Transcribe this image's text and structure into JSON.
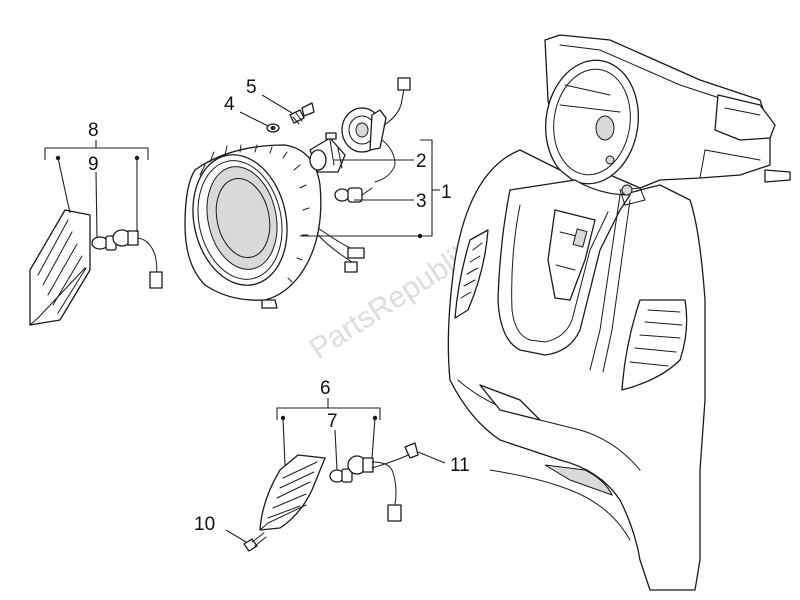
{
  "watermark": "PartsRepublik",
  "callouts": {
    "c1": "1",
    "c2": "2",
    "c3": "3",
    "c4": "4",
    "c5": "5",
    "c6": "6",
    "c7": "7",
    "c8": "8",
    "c9": "9",
    "c10": "10",
    "c11": "11"
  }
}
